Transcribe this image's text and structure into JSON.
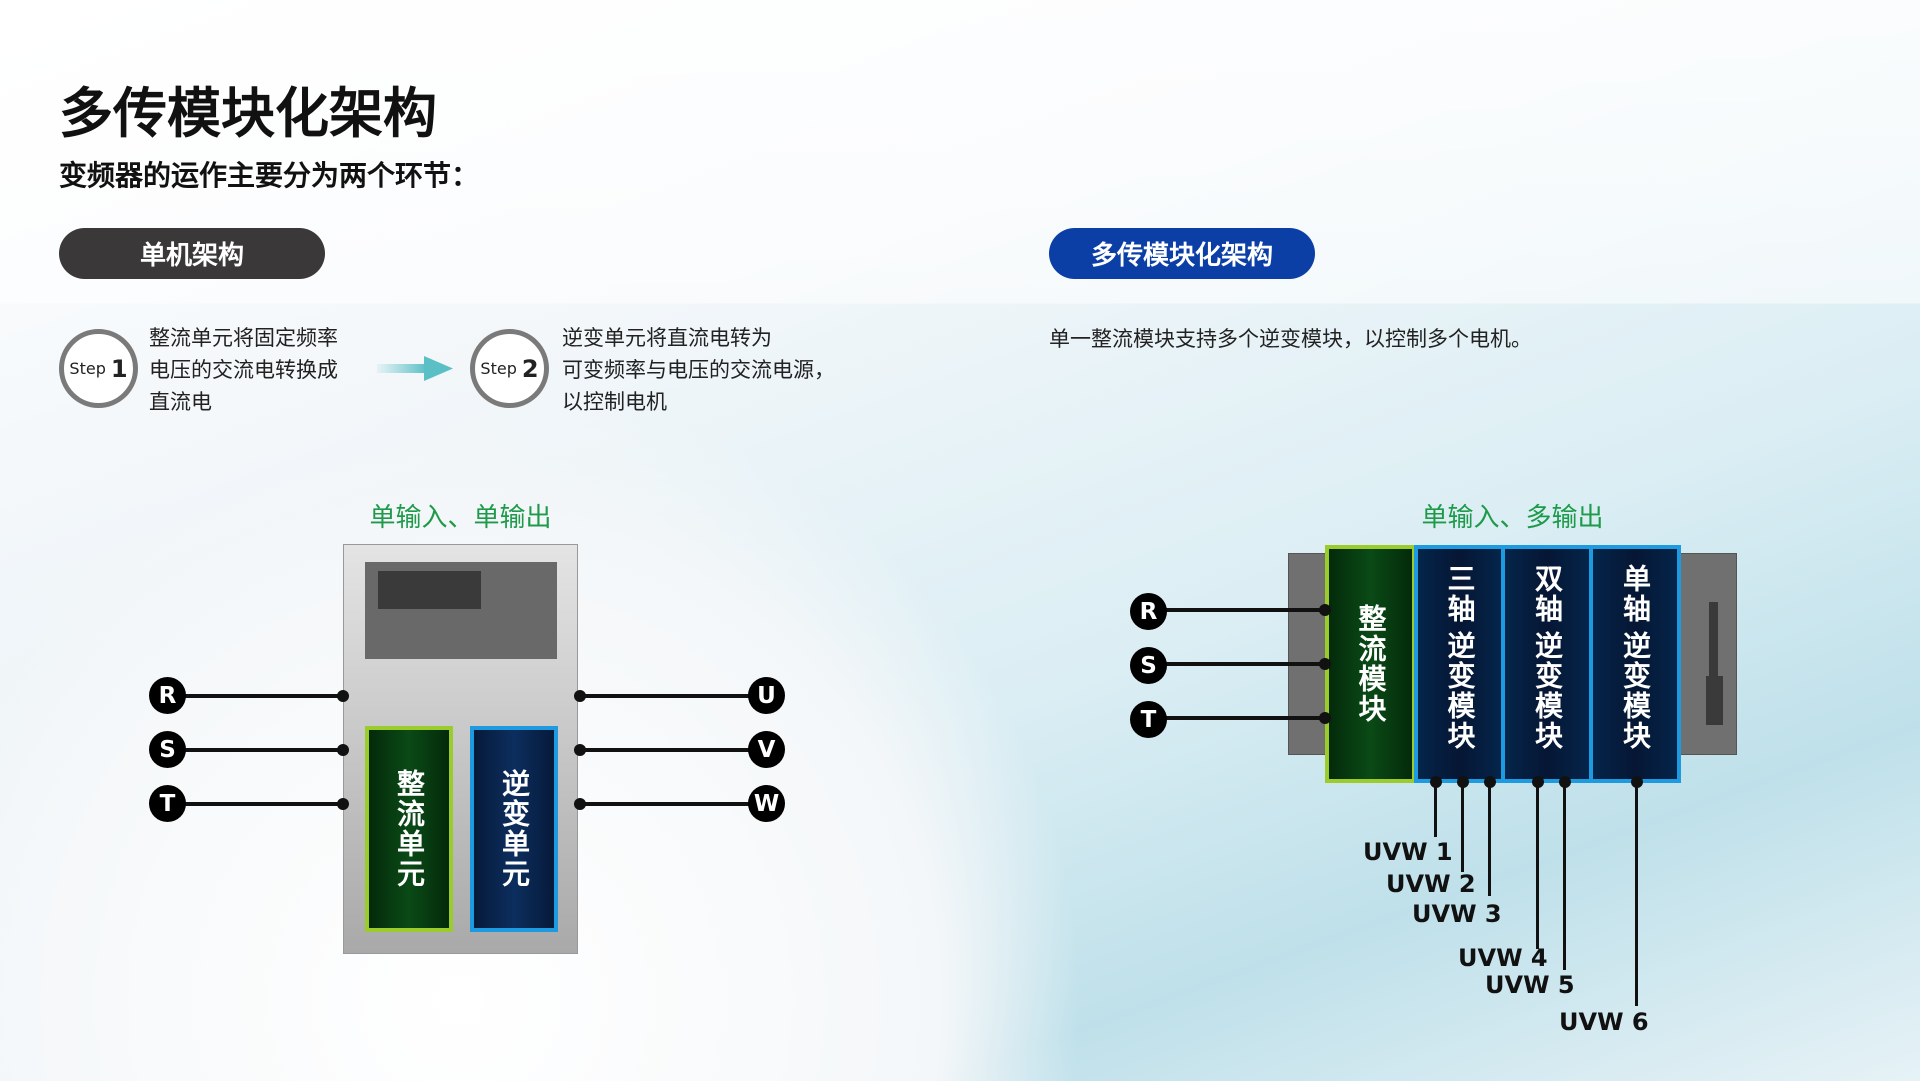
{
  "title": "多传模块化架构",
  "subtitle": "变频器的运作主要分为两个环节：",
  "left": {
    "pill": "单机架构",
    "step1": {
      "label": "Step",
      "num": "1",
      "lines": [
        "整流单元将固定频率",
        "电压的交流电转换成",
        "直流电"
      ]
    },
    "step2": {
      "label": "Step",
      "num": "2",
      "lines": [
        "逆变单元将直流电转为",
        "可变频率与电压的交流电源，",
        "以控制电机"
      ]
    },
    "diagram_label": "单输入、单输出",
    "inputs": [
      "R",
      "S",
      "T"
    ],
    "outputs": [
      "U",
      "V",
      "W"
    ],
    "rectifier": "整流单元",
    "inverter": "逆变单元"
  },
  "right": {
    "pill": "多传模块化架构",
    "desc": "单一整流模块支持多个逆变模块，以控制多个电机。",
    "diagram_label": "单输入、多输出",
    "inputs": [
      "R",
      "S",
      "T"
    ],
    "rectifier": "整流模块",
    "modules": [
      {
        "axis": "三轴",
        "name": "逆变模块"
      },
      {
        "axis": "双轴",
        "name": "逆变模块"
      },
      {
        "axis": "单轴",
        "name": "逆变模块"
      }
    ],
    "outputs": [
      "UVW 1",
      "UVW 2",
      "UVW 3",
      "UVW 4",
      "UVW 5",
      "UVW 6"
    ]
  },
  "colors": {
    "pill_dark": "#3a3838",
    "pill_blue": "#0b3fa6",
    "green_label": "#1e9a4a",
    "rect_border": "#9ccc2c",
    "inv_border": "#1e9be0"
  }
}
